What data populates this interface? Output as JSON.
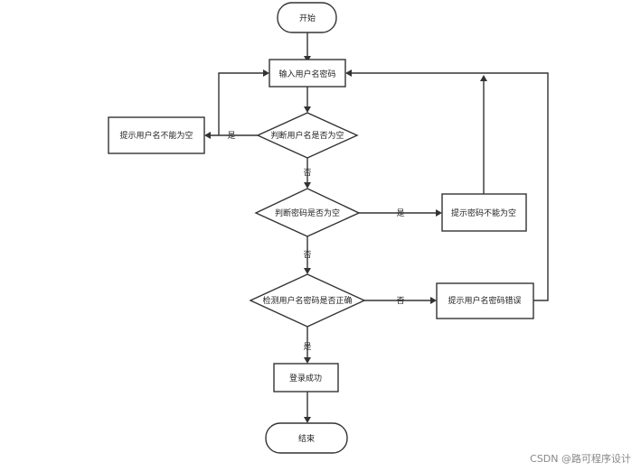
{
  "nodes": {
    "start": "开始",
    "input": "输入用户名密码",
    "check_username": "判断用户名是否为空",
    "username_empty": "提示用户名不能为空",
    "check_password": "判断密码是否为空",
    "password_empty": "提示密码不能为空",
    "verify": "检测用户名密码是否正确",
    "wrong": "提示用户名密码错误",
    "success": "登录成功",
    "end": "结束"
  },
  "edges": {
    "username_yes": "是",
    "username_no": "否",
    "password_yes": "是",
    "password_no": "否",
    "verify_no": "否",
    "verify_yes": "是"
  },
  "watermark": "CSDN @路可程序设计"
}
